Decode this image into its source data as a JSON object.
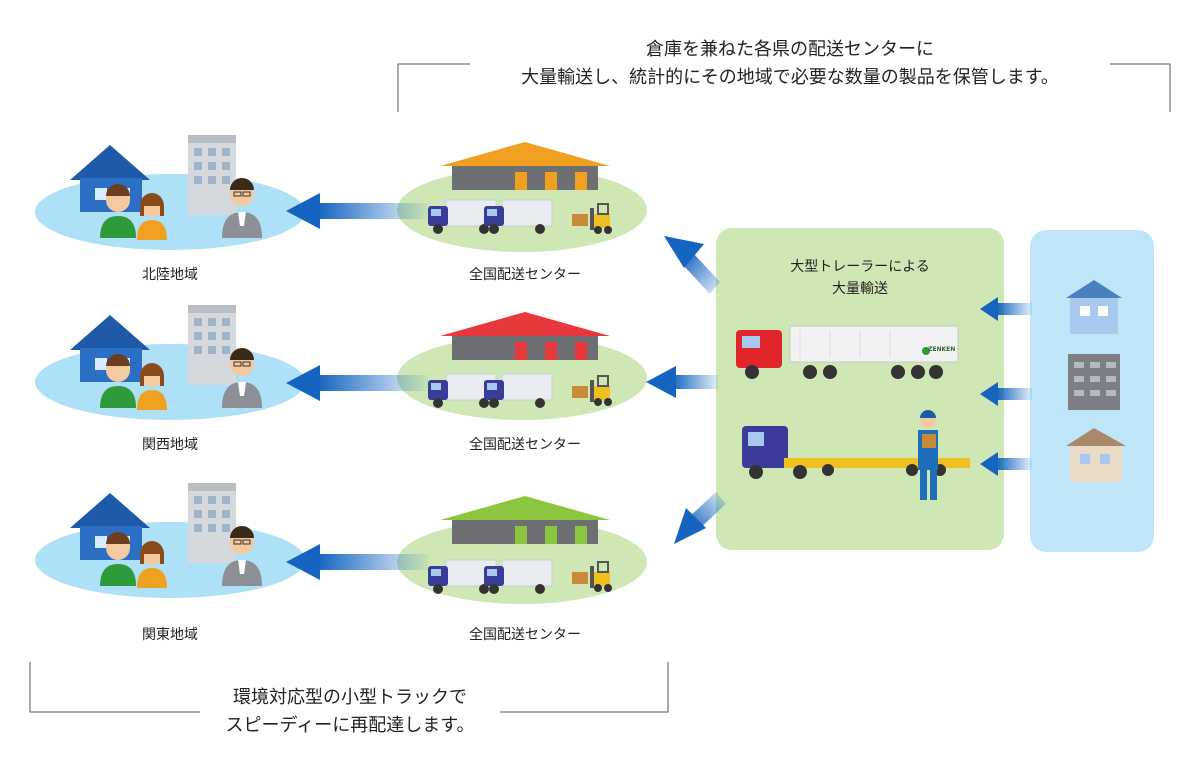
{
  "top_caption": {
    "line1": "倉庫を兼ねた各県の配送センターに",
    "line2": "大量輸送し、統計的にその地域で必要な数量の製品を保管します。"
  },
  "bottom_caption": {
    "line1": "環境対応型の小型トラックで",
    "line2": "スピーディーに再配達します。"
  },
  "regions": [
    {
      "name": "北陸地域",
      "center_label": "全国配送センター",
      "roof_color": "#f0a020"
    },
    {
      "name": "関西地域",
      "center_label": "全国配送センター",
      "roof_color": "#e8383d"
    },
    {
      "name": "関東地域",
      "center_label": "全国配送センター",
      "roof_color": "#8cc63f"
    }
  ],
  "trailer_panel": {
    "line1": "大型トレーラーによる",
    "line2": "大量輸送",
    "trailer_logo": "ZENKEN"
  },
  "colors": {
    "region_ellipse": "#aee0f7",
    "center_ellipse": "#cfe7b4",
    "trailer_panel": "#cfe7b4",
    "factory_panel": "#bfe6f8",
    "arrow": "#1565c0"
  }
}
